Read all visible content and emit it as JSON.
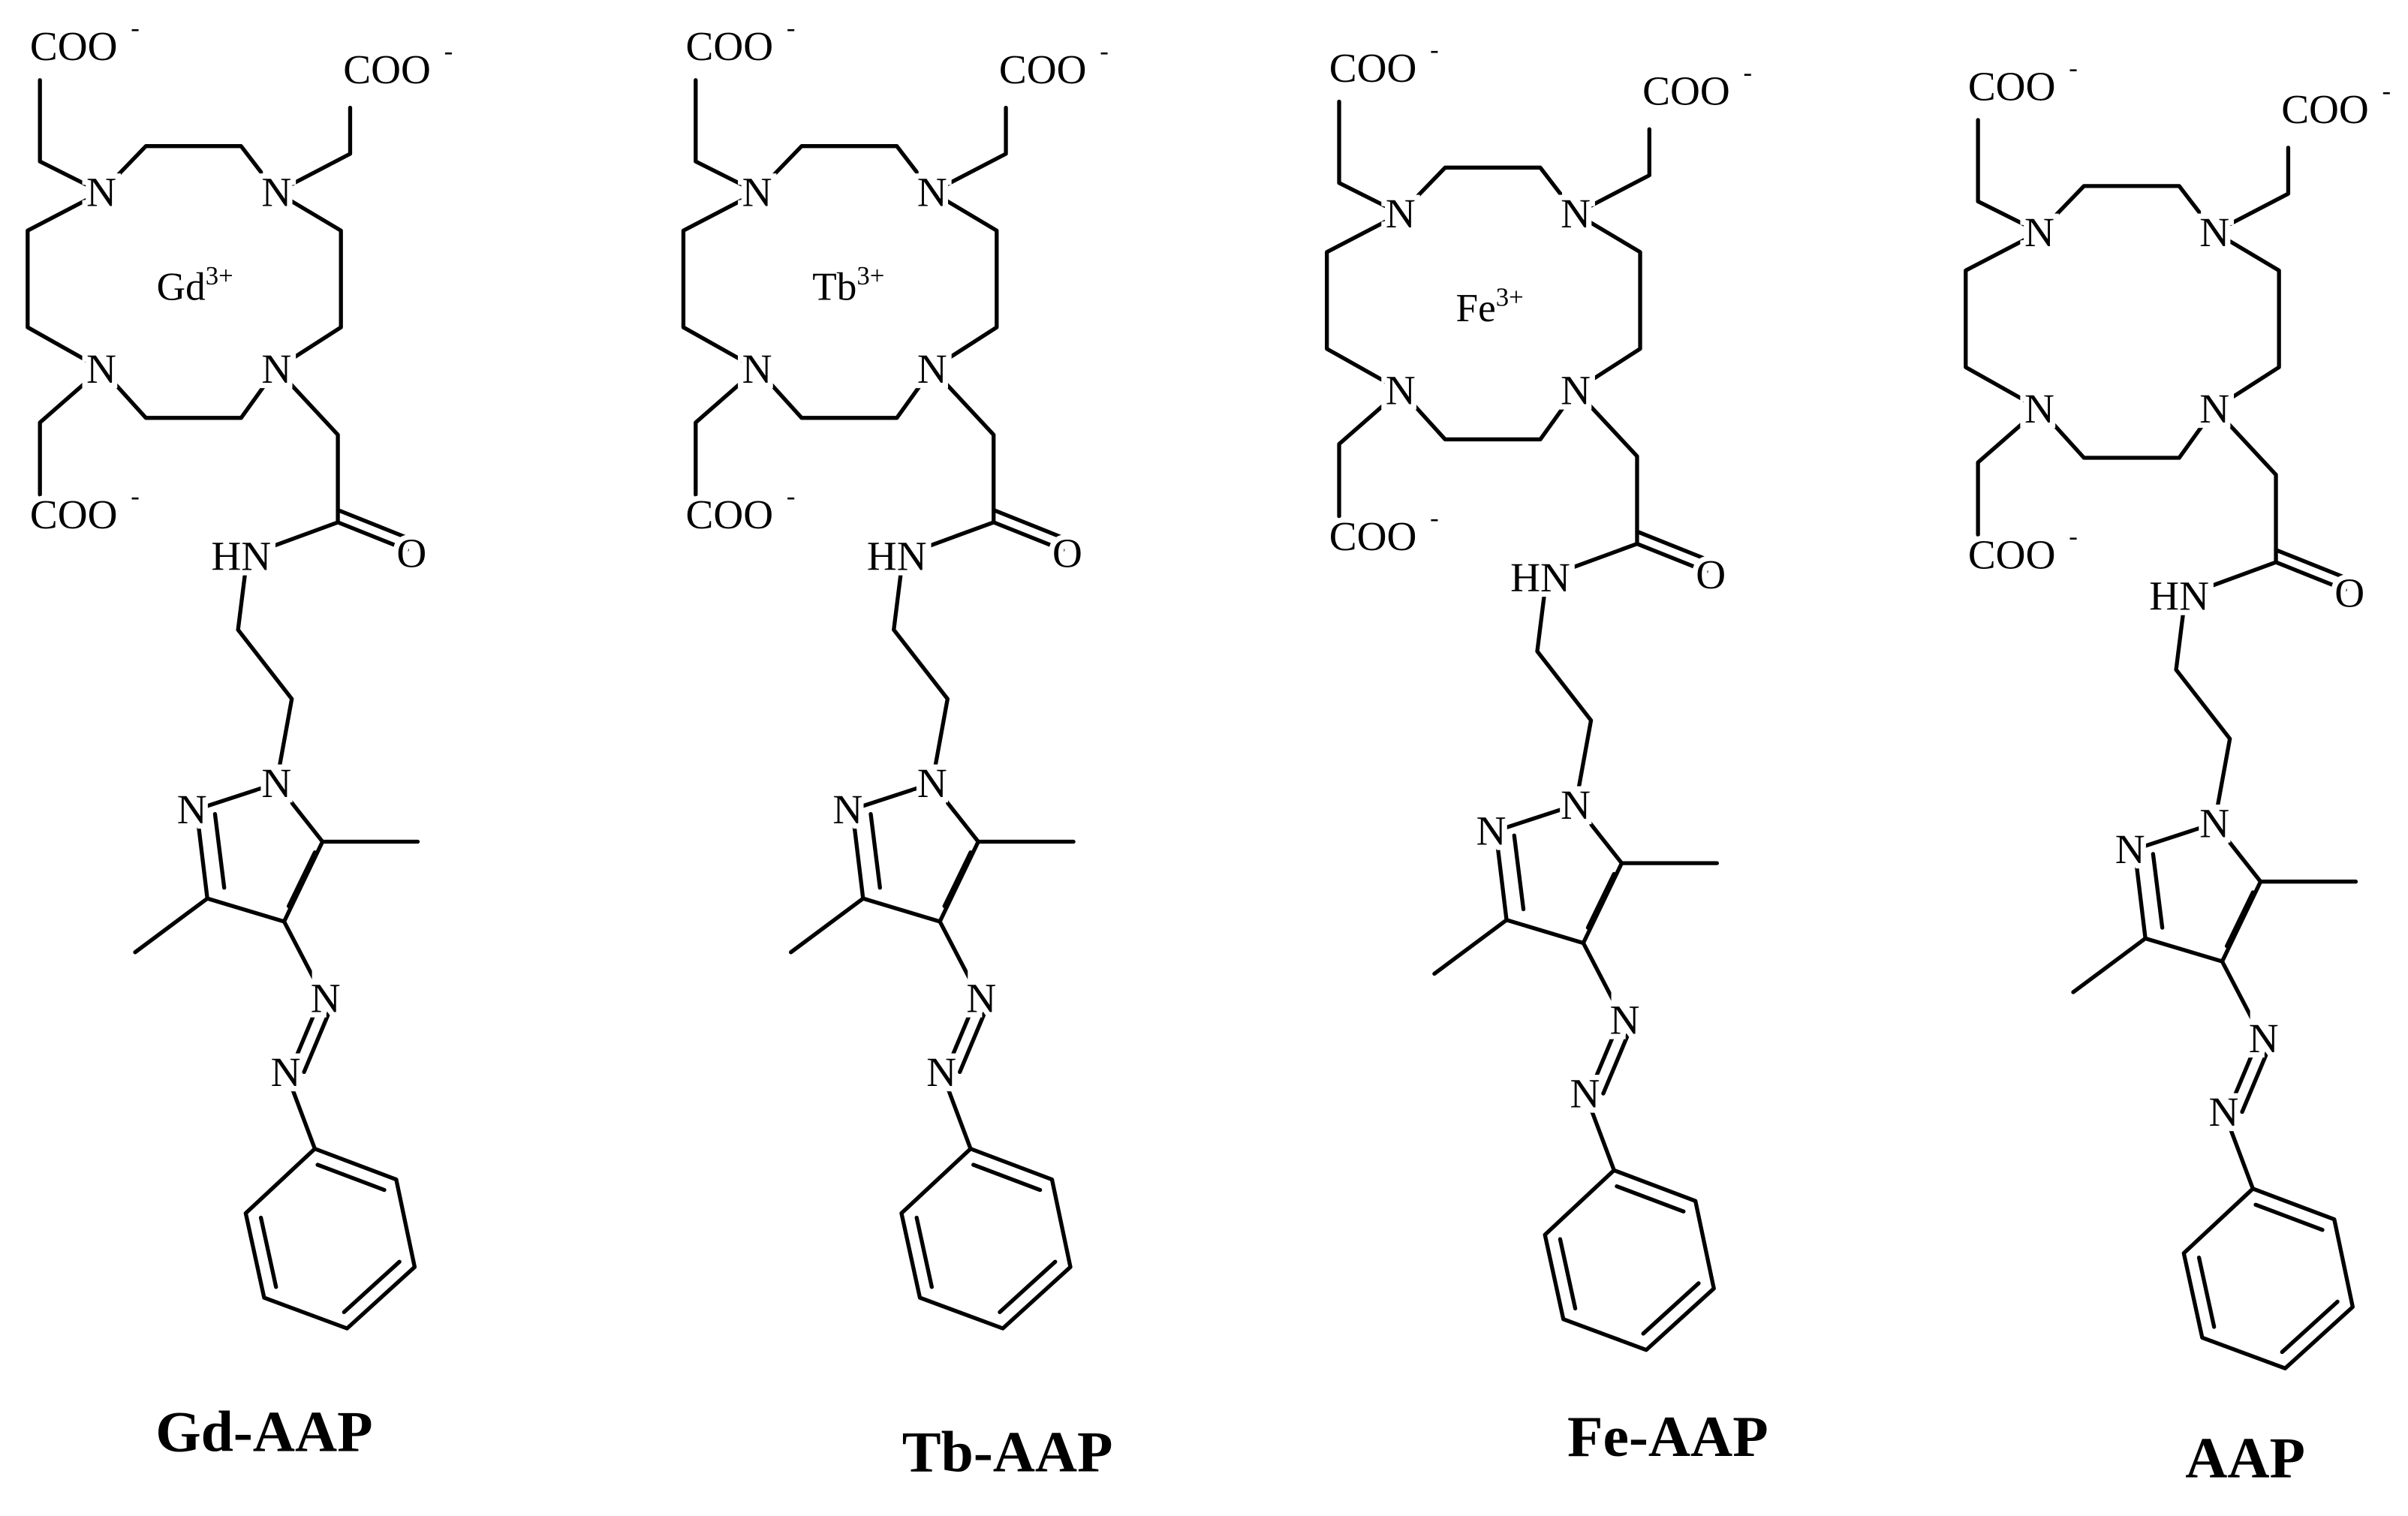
{
  "atoms": {
    "carboxylate": "COO",
    "carboxylate_charge": "-",
    "nitrogen": "N",
    "amide_nh": "HN",
    "oxygen": "O"
  },
  "molecules": [
    {
      "name": "Gd-AAP",
      "metal": "Gd",
      "charge": "3+"
    },
    {
      "name": "Tb-AAP",
      "metal": "Tb",
      "charge": "3+"
    },
    {
      "name": "Fe-AAP",
      "metal": "Fe",
      "charge": "3+"
    },
    {
      "name": "AAP",
      "metal": "",
      "charge": ""
    }
  ]
}
